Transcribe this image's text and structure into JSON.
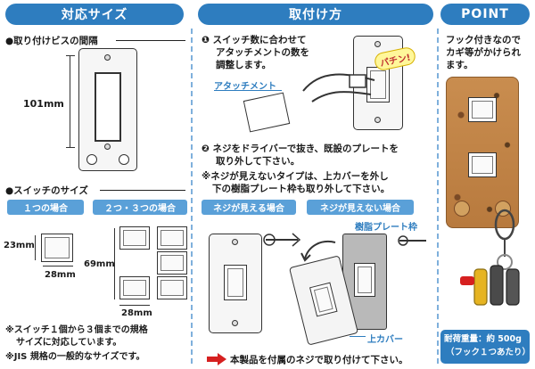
{
  "headers": {
    "sizes": "対応サイズ",
    "install": "取付け方",
    "point": "POINT"
  },
  "sizes": {
    "screw_spacing_title": "●取り付けビスの間隔",
    "screw_spacing_value": "101mm",
    "switch_size_title": "●スイッチのサイズ",
    "single_case": "１つの場合",
    "multi_case": "２つ・３つの場合",
    "single_height": "23mm",
    "single_width": "28mm",
    "multi_height": "69mm",
    "multi_width": "28mm",
    "note1_line1": "※スイッチ１個から３個までの規格",
    "note1_line2": "サイズに対応しています。",
    "note2": "※JIS 規格の一般的なサイズです。"
  },
  "install": {
    "step1_line1": "❶ スイッチ数に合わせて",
    "step1_line2": "アタッチメントの数を",
    "step1_line3": "調整します。",
    "attachment_label": "アタッチメント",
    "snap_label": "パチン!",
    "step2_line1": "❷ ネジをドライバーで抜き、既設のプレートを",
    "step2_line2": "取り外して下さい。",
    "step2_note_line1": "※ネジが見えないタイプは、上カバーを外し",
    "step2_note_line2": "下の樹脂プレート枠も取り外して下さい。",
    "screw_visible": "ネジが見える場合",
    "screw_hidden": "ネジが見えない場合",
    "resin_frame": "樹脂プレート枠",
    "top_cover": "上カバー",
    "final_note": "本製品を付属のネジで取り付けて下さい。"
  },
  "point": {
    "line1": "フック付きなので",
    "line2": "カギ等がかけられ",
    "line3": "ます。",
    "load_line1": "耐荷重量：約 500g",
    "load_line2": "（フック１つあたり）"
  },
  "colors": {
    "header_blue": "#2e7dbf",
    "pill_blue": "#5aa0d8",
    "arrow_red": "#d62020",
    "wood": "#c98d4f",
    "key_gold": "#e6b422"
  }
}
